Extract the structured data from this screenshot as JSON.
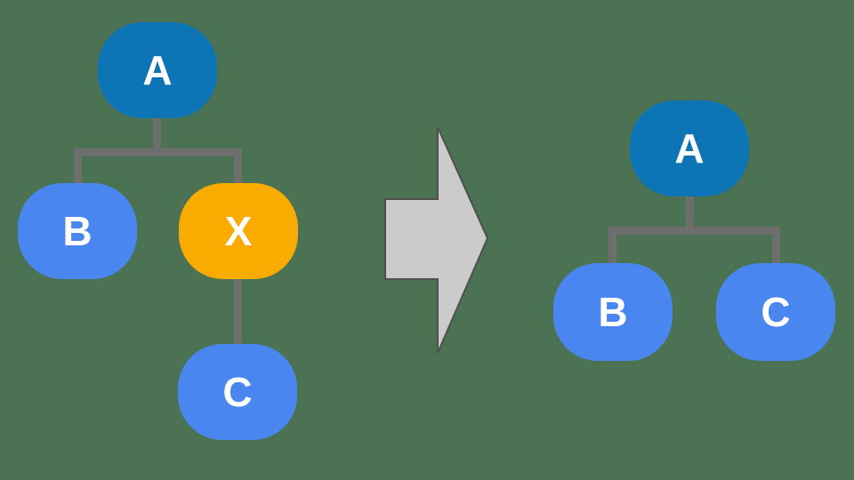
{
  "colors": {
    "background": "#4a7253",
    "parent_node": "#0d75b5",
    "child_node": "#4a86f0",
    "highlight_node": "#f9ab00",
    "connector": "#6e6e6e",
    "arrow_fill": "#cbcbcb",
    "arrow_stroke": "#4f4f4f",
    "node_text": "#ffffff"
  },
  "trees": {
    "before": {
      "nodes": [
        {
          "label": "A",
          "role": "root"
        },
        {
          "label": "B",
          "role": "child"
        },
        {
          "label": "X",
          "role": "highlighted-intermediate"
        },
        {
          "label": "C",
          "role": "grandchild"
        }
      ],
      "edges": [
        "A-B",
        "A-X",
        "X-C"
      ]
    },
    "after": {
      "nodes": [
        {
          "label": "A",
          "role": "root"
        },
        {
          "label": "B",
          "role": "child"
        },
        {
          "label": "C",
          "role": "child"
        }
      ],
      "edges": [
        "A-B",
        "A-C"
      ]
    }
  },
  "arrow": {
    "direction": "right"
  }
}
